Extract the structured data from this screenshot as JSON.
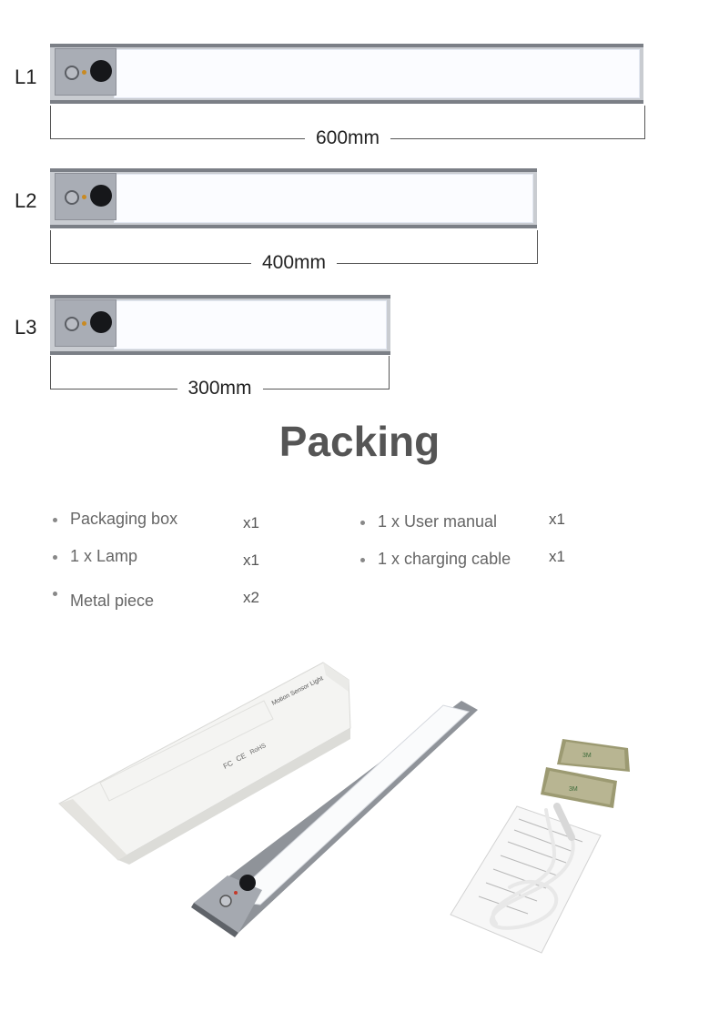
{
  "lamps": [
    {
      "label": "L1",
      "size": "600mm"
    },
    {
      "label": "L2",
      "size": "400mm"
    },
    {
      "label": "L3",
      "size": "300mm"
    }
  ],
  "packing": {
    "title": "Packing",
    "left_items": [
      {
        "name": "Packaging box",
        "qty": "x1"
      },
      {
        "name": "1 x Lamp",
        "qty": "x1"
      },
      {
        "name": "Metal piece",
        "qty": "x2"
      }
    ],
    "right_items": [
      {
        "name": "1 x User manual",
        "qty": "x1"
      },
      {
        "name": "1 x charging cable",
        "qty": "x1"
      }
    ]
  },
  "photo": {
    "box_print": "Motion Sensor Light",
    "box_marks": [
      "FC",
      "CE",
      "RoHS"
    ],
    "pad_print": "3M"
  }
}
